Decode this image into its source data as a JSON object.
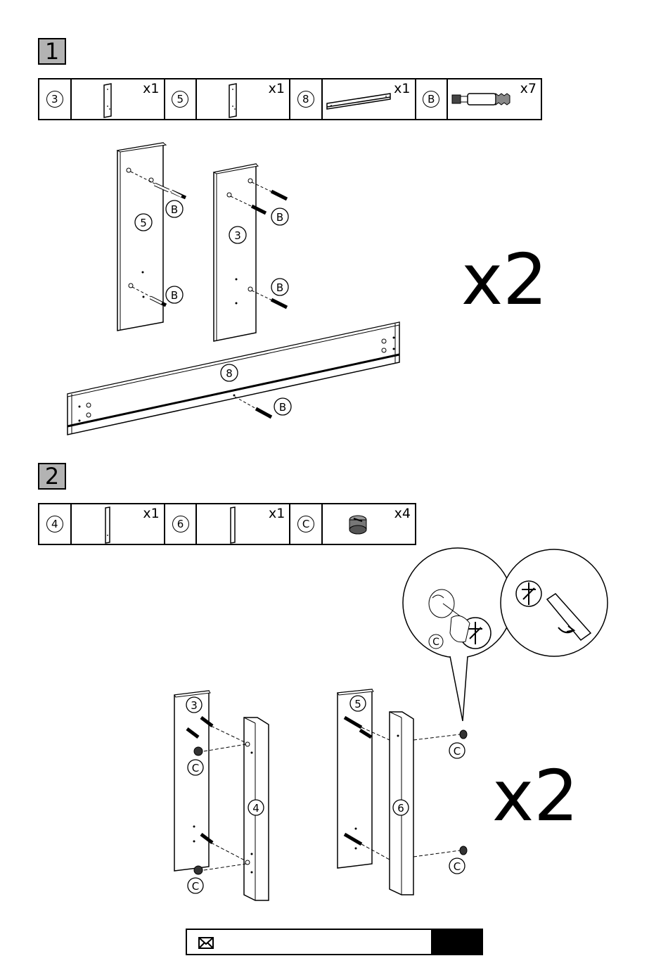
{
  "step1": {
    "number": "1",
    "parts": [
      {
        "id": "3",
        "qty": "x1",
        "icon": "short-panel-icon"
      },
      {
        "id": "5",
        "qty": "x1",
        "icon": "short-panel-icon"
      },
      {
        "id": "8",
        "qty": "x1",
        "icon": "long-rail-icon"
      },
      {
        "id": "B",
        "qty": "x7",
        "icon": "dowel-bolt-icon"
      }
    ],
    "labels": {
      "p5": "5",
      "p3": "3",
      "p8": "8",
      "b": "B"
    },
    "multiplier": "x2"
  },
  "step2": {
    "number": "2",
    "parts": [
      {
        "id": "4",
        "qty": "x1",
        "icon": "narrow-panel-icon"
      },
      {
        "id": "6",
        "qty": "x1",
        "icon": "narrow-panel-icon"
      },
      {
        "id": "C",
        "qty": "x4",
        "icon": "cam-lock-icon"
      }
    ],
    "labels": {
      "p3": "3",
      "p4": "4",
      "p5": "5",
      "p6": "6",
      "c": "C"
    },
    "multiplier": "x2"
  },
  "footer": {
    "icon": "envelope-icon"
  }
}
